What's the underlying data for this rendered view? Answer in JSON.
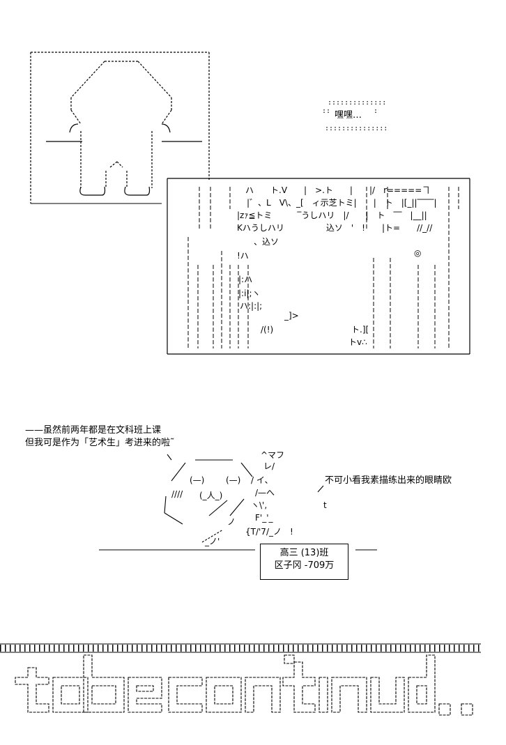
{
  "panel_right": {
    "fragments": [
      {
        "id": "a",
        "text": "ハ　　ト.V　　|　>.ト　　|　　|/　r=====ヿ"
      },
      {
        "id": "b",
        "text": "|゛、L　V\\、_[　ィ示芝トミ|　　|　ト　|[_||‾‾‾‾|"
      },
      {
        "id": "c",
        "text": "|zｧ≦トミ　　　‾うしハリ　|/　　|　ト　‾‾　|__||"
      },
      {
        "id": "d",
        "text": "Kハうしハリ　　　　　込ソ　'　!　　|ト=　　//_//"
      },
      {
        "id": "e",
        "text": "、込ソ"
      },
      {
        "id": "f",
        "text": "◎"
      },
      {
        "id": "g",
        "text": "!ハ"
      },
      {
        "id": "h",
        "text": "|:ハ"
      },
      {
        "id": "i",
        "text": "|:i|;ヽ"
      },
      {
        "id": "j",
        "text": "ハ:|:|;"
      },
      {
        "id": "k",
        "text": "_]>"
      },
      {
        "id": "l",
        "text": "/(!)"
      },
      {
        "id": "m",
        "text": "ト.]["
      },
      {
        "id": "n",
        "text": "トv∴"
      }
    ]
  },
  "laugh": "嘿嘿…",
  "speech_left": {
    "line1": "——虽然前两年都是在文科班上课",
    "line2": "但我可是作为「艺术生」考进来的啦˜"
  },
  "speech_right": "不可小看我素描练出来的眼睛欧",
  "character_marks": {
    "m1": "^マフ",
    "m2": "レ/",
    "m3": "(—)",
    "m4": "(—)",
    "m5": "////",
    "m6": "(_人_)",
    "m7": "/ イ、",
    "m8": "/—へ",
    "m9": "ヽ\\',",
    "m10": "t",
    "m11": "F'_'_",
    "m12": "{T/'7/_ノ　!",
    "m13": "_ノ'",
    "m14": "ノ"
  },
  "nameplate": {
    "line1": "高三 (13)班",
    "line2": "区子冈 -709万"
  },
  "banner": {
    "text": "to be continued.."
  }
}
